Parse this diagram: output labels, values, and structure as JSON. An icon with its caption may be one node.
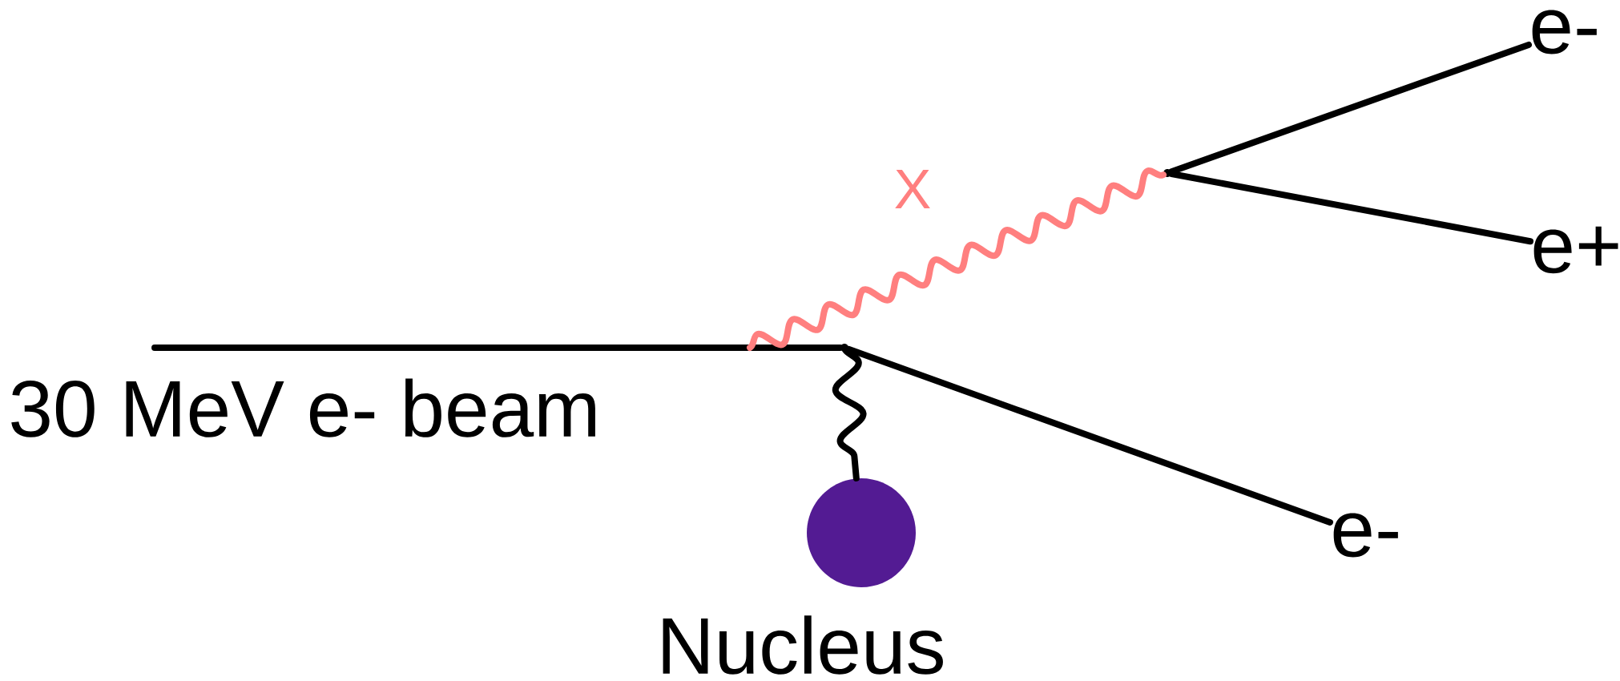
{
  "diagram": {
    "nodes": [
      {
        "text": [
          "30 MeV e- beam"
        ]
      },
      {
        "text": [],
        "shape": "dot"
      },
      {
        "text": [],
        "shape": "dot"
      },
      {
        "text": [
          "e-"
        ]
      },
      {
        "text": [
          "e+"
        ]
      },
      {
        "text": [
          "e-"
        ]
      },
      {
        "text": [
          "Nucleus"
        ]
      }
    ],
    "edges": [
      {
        "from": 0,
        "to": 1,
        "arrow": "none"
      },
      {
        "from": 1,
        "to": 2,
        "arrow": "none",
        "label": "X",
        "color": "#ff7f7f"
      },
      {
        "from": 2,
        "to": 3,
        "arrow": "none"
      },
      {
        "from": 2,
        "to": 4,
        "arrow": "none"
      },
      {
        "from": 1,
        "to": 5,
        "arrow": "none"
      },
      {
        "from": 1,
        "to": 6,
        "arrow": "none"
      }
    ]
  }
}
